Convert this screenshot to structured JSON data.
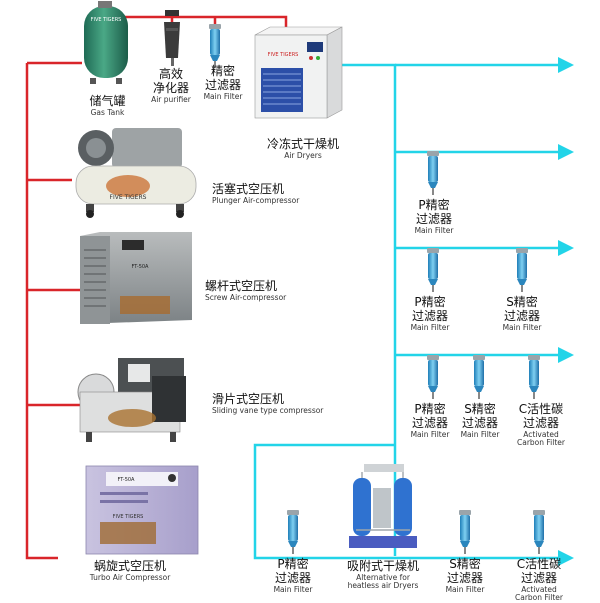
{
  "colors": {
    "pipe_red": "#d9252a",
    "pipe_cyan": "#22d4e8",
    "filter_blue": "#3aa3d8",
    "tank_green": "#2f8a6e",
    "machine_white": "#eceee9"
  },
  "components": {
    "gas_tank": {
      "zh": "储气罐",
      "en": "Gas Tank",
      "logo": "FIVE TIGERS",
      "icon": "gas-tank-icon"
    },
    "air_purifier": {
      "zh1": "高效",
      "zh2": "净化器",
      "en": "Air purifier",
      "icon": "air-purifier-icon"
    },
    "main_filter_top": {
      "zh1": "精密",
      "zh2": "过滤器",
      "en": "Main Filter",
      "icon": "filter-icon"
    },
    "air_dryer": {
      "zh": "冷冻式干燥机",
      "en": "Air Dryers",
      "logo": "FIVE TIGERS",
      "icon": "refrigerated-dryer-icon"
    },
    "plunger": {
      "zh": "活塞式空压机",
      "en": "Plunger  Air-compressor",
      "logo": "FIVE TIGERS",
      "icon": "piston-compressor-icon"
    },
    "screw": {
      "zh": "螺杆式空压机",
      "en": "Screw Air-compressor",
      "model": "FT-50A",
      "icon": "screw-compressor-icon"
    },
    "sliding": {
      "zh": "滑片式空压机",
      "en": "Sliding vane type compressor",
      "icon": "sliding-vane-compressor-icon"
    },
    "turbo": {
      "zh": "蜗旋式空压机",
      "en": "Turbo Air Compressor",
      "model": "FT-50A",
      "logo": "FIVE TIGERS",
      "icon": "scroll-compressor-icon"
    },
    "adsorption_dryer": {
      "zh": "吸附式干燥机",
      "en1": "Alternative for",
      "en2": "heatless air Dryers",
      "icon": "adsorption-dryer-icon"
    }
  },
  "filters": {
    "p": {
      "zh1": "P精密",
      "zh2": "过滤器",
      "en": "Main Filter"
    },
    "s": {
      "zh1": "S精密",
      "zh2": "过滤器",
      "en": "Main Filter"
    },
    "c": {
      "zh1": "C活性碳",
      "zh2": "过滤器",
      "en1": "Activated",
      "en2": "Carbon Filter"
    }
  },
  "line_sets": {
    "line2": [
      "p"
    ],
    "line3": [
      "p",
      "s"
    ],
    "line4": [
      "p",
      "s",
      "c"
    ],
    "line5": [
      "p",
      "s",
      "c"
    ]
  }
}
